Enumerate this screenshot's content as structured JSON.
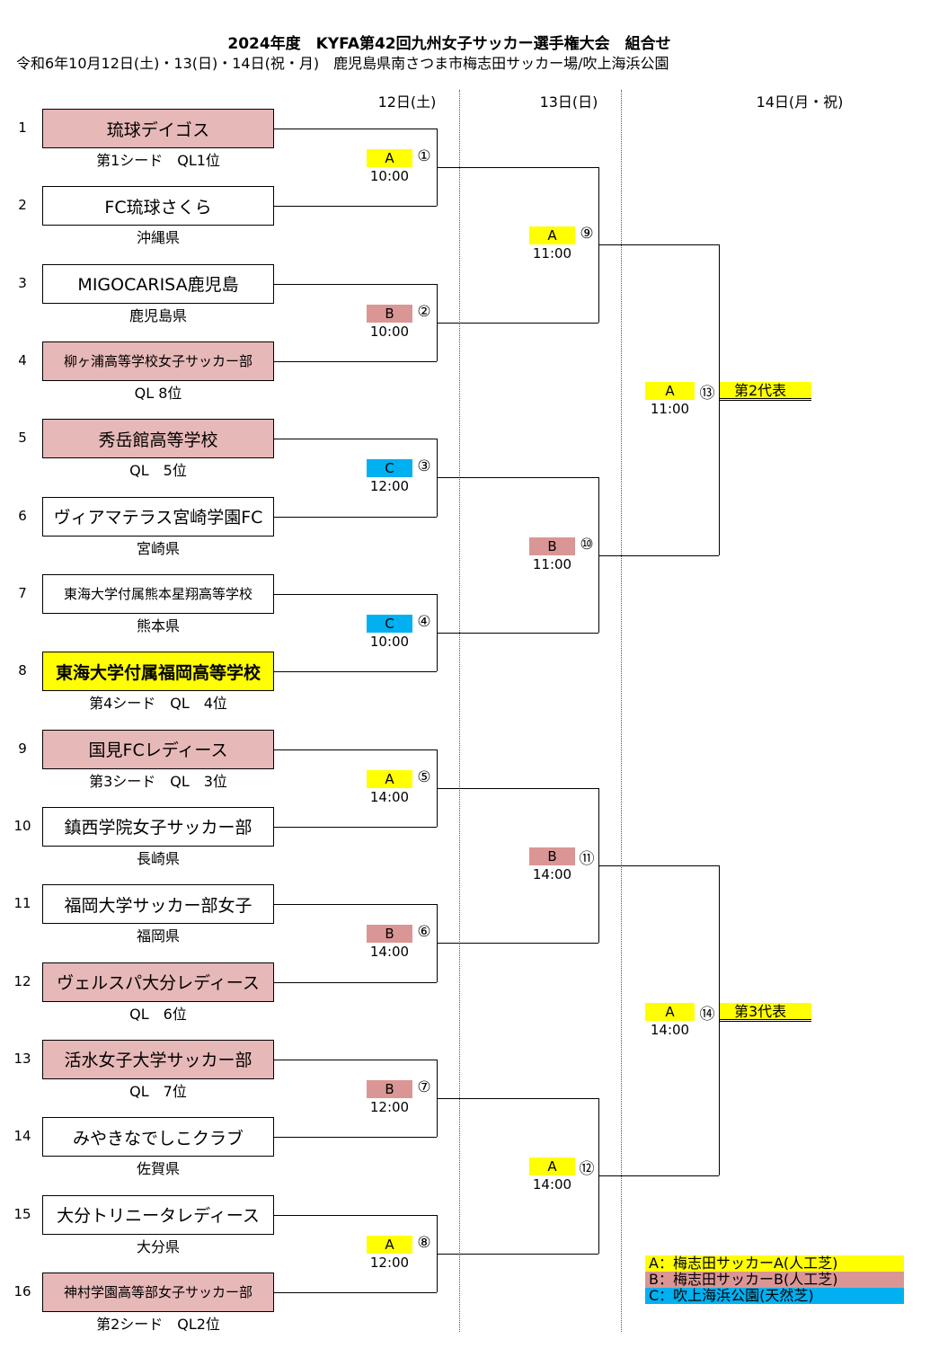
{
  "title": "2024年度　KYFA第42回九州女子サッカー選手権大会　組合せ",
  "subtitle": "令和6年10月12日(土)・13(日)・14日(祝・月)　鹿児島県南さつま市梅志田サッカー場/吹上海浜公園",
  "days": [
    "12日(土)",
    "13日(日)",
    "14日(月・祝)"
  ],
  "colors": {
    "pink": "#e6b8b7",
    "yellow": "#ffff00",
    "white": "#ffffff",
    "A": "#ffff00",
    "B": "#da9694",
    "C": "#00b0f0"
  },
  "teams": [
    {
      "no": "1",
      "name": "琉球デイゴス",
      "sub": "第1シード　QL1位",
      "fill": "pink"
    },
    {
      "no": "2",
      "name": "FC琉球さくら",
      "sub": "沖縄県",
      "fill": "white"
    },
    {
      "no": "3",
      "name": "MIGOCARISA鹿児島",
      "sub": "鹿児島県",
      "fill": "white"
    },
    {
      "no": "4",
      "name": "柳ヶ浦高等学校女子サッカー部",
      "sub": "QL 8位",
      "fill": "pink",
      "small": true
    },
    {
      "no": "5",
      "name": "秀岳館高等学校",
      "sub": "QL　5位",
      "fill": "pink"
    },
    {
      "no": "6",
      "name": "ヴィアマテラス宮崎学園FC",
      "sub": "宮崎県",
      "fill": "white"
    },
    {
      "no": "7",
      "name": "東海大学付属熊本星翔高等学校",
      "sub": "熊本県",
      "fill": "white",
      "small": true
    },
    {
      "no": "8",
      "name": "東海大学付属福岡高等学校",
      "sub": "第4シード　QL　4位",
      "fill": "yellow",
      "bold": true
    },
    {
      "no": "9",
      "name": "国見FCレディース",
      "sub": "第3シード　QL　3位",
      "fill": "pink"
    },
    {
      "no": "10",
      "name": "鎮西学院女子サッカー部",
      "sub": "長崎県",
      "fill": "white"
    },
    {
      "no": "11",
      "name": "福岡大学サッカー部女子",
      "sub": "福岡県",
      "fill": "white"
    },
    {
      "no": "12",
      "name": "ヴェルスパ大分レディース",
      "sub": "QL　6位",
      "fill": "pink"
    },
    {
      "no": "13",
      "name": "活水女子大学サッカー部",
      "sub": "QL　7位",
      "fill": "pink"
    },
    {
      "no": "14",
      "name": "みやきなでしこクラブ",
      "sub": "佐賀県",
      "fill": "white"
    },
    {
      "no": "15",
      "name": "大分トリニータレディース",
      "sub": "大分県",
      "fill": "white"
    },
    {
      "no": "16",
      "name": "神村学園高等部女子サッカー部",
      "sub": "第2シード　QL2位",
      "fill": "pink",
      "small": true
    }
  ],
  "matches": [
    {
      "no": "①",
      "venue": "A",
      "time": "10:00"
    },
    {
      "no": "②",
      "venue": "B",
      "time": "10:00"
    },
    {
      "no": "③",
      "venue": "C",
      "time": "12:00"
    },
    {
      "no": "④",
      "venue": "C",
      "time": "10:00"
    },
    {
      "no": "⑤",
      "venue": "A",
      "time": "14:00"
    },
    {
      "no": "⑥",
      "venue": "B",
      "time": "14:00"
    },
    {
      "no": "⑦",
      "venue": "B",
      "time": "12:00"
    },
    {
      "no": "⑧",
      "venue": "A",
      "time": "12:00"
    },
    {
      "no": "⑨",
      "venue": "A",
      "time": "11:00"
    },
    {
      "no": "⑩",
      "venue": "B",
      "time": "11:00"
    },
    {
      "no": "⑪",
      "venue": "B",
      "time": "14:00"
    },
    {
      "no": "⑫",
      "venue": "A",
      "time": "14:00"
    },
    {
      "no": "⑬",
      "venue": "A",
      "time": "11:00",
      "result": "第2代表"
    },
    {
      "no": "⑭",
      "venue": "A",
      "time": "14:00",
      "result": "第3代表"
    }
  ],
  "legend": [
    {
      "venue": "A",
      "text": "A：梅志田サッカーA(人工芝)"
    },
    {
      "venue": "B",
      "text": "B：梅志田サッカーB(人工芝)"
    },
    {
      "venue": "C",
      "text": "C：吹上海浜公園(天然芝)"
    }
  ]
}
